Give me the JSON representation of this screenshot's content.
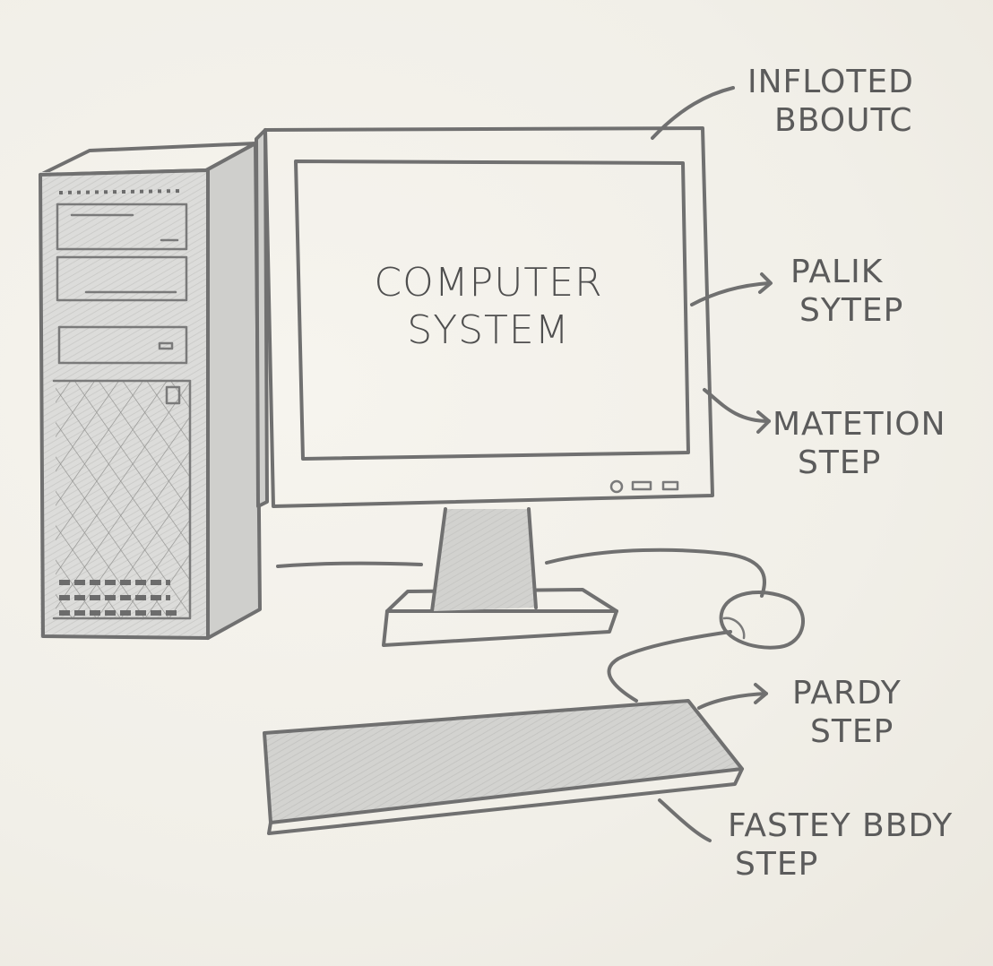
{
  "screen": {
    "line1": "COMPUTER",
    "line2": "SYSTEM"
  },
  "labels": {
    "bezel": [
      "INFLOTED",
      "BBOUTC"
    ],
    "screen": [
      "PALIK",
      "SYTEP"
    ],
    "buttons": [
      "MATETION",
      "STEP"
    ],
    "keyboard_top": [
      "PARDY",
      "STEP"
    ],
    "keyboard_bottom": [
      "FASTEY BBDY",
      "STEP"
    ]
  },
  "colors": {
    "stroke": "#707070",
    "paper": "#f3f1ea",
    "shade": "#d6d6d3"
  }
}
